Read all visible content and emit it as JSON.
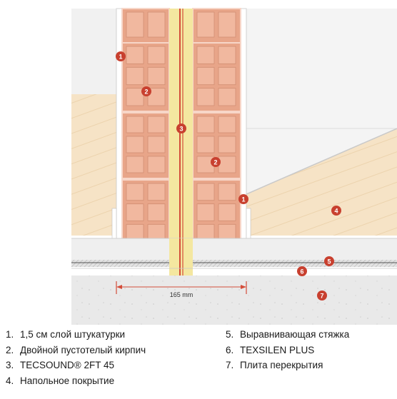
{
  "diagram": {
    "dimension_label": "165 mm",
    "markers": [
      {
        "id": "1a",
        "label": "1"
      },
      {
        "id": "1b",
        "label": "1"
      },
      {
        "id": "2a",
        "label": "2"
      },
      {
        "id": "2b",
        "label": "2"
      },
      {
        "id": "3",
        "label": "3"
      },
      {
        "id": "4",
        "label": "4"
      },
      {
        "id": "5",
        "label": "5"
      },
      {
        "id": "6",
        "label": "6"
      },
      {
        "id": "7",
        "label": "7"
      }
    ],
    "colors": {
      "brick": "#e8a589",
      "brick_line": "#d28e73",
      "insulation": "#f4e7a0",
      "insulation_edge": "#d44d3a",
      "floor": "#f6e3c6",
      "slab": "#e9e9e9",
      "marker": "#c8402f",
      "plaster": "#ffffff",
      "wall_edge": "#b8b8b8"
    }
  },
  "legend": {
    "left": [
      {
        "num": "1.",
        "text": "1,5 см слой штукатурки"
      },
      {
        "num": "2.",
        "text": "Двойной пустотелый кирпич"
      },
      {
        "num": "3.",
        "text": "TECSOUND® 2FT 45"
      },
      {
        "num": "4.",
        "text": "Напольное покрытие"
      }
    ],
    "right": [
      {
        "num": "5.",
        "text": "Выравнивающая стяжка"
      },
      {
        "num": "6.",
        "text": "TEXSILEN PLUS"
      },
      {
        "num": "7.",
        "text": "Плита перекрытия"
      }
    ]
  }
}
